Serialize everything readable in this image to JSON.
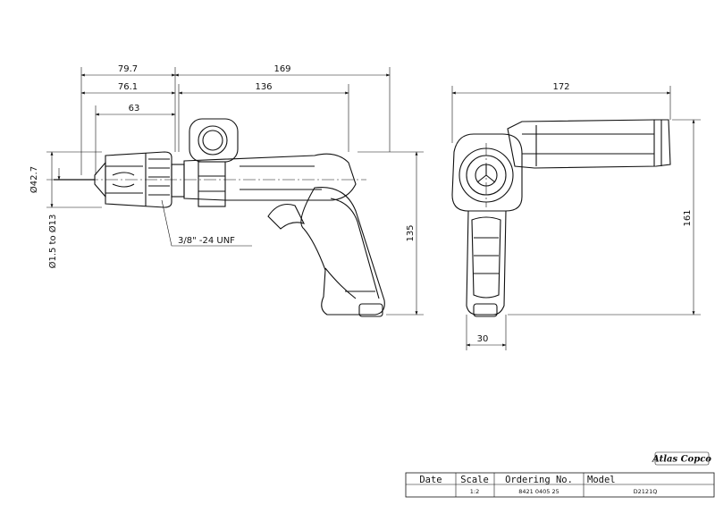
{
  "dimensions": {
    "d_79_7": "79.7",
    "d_76_1": "76.1",
    "d_63": "63",
    "d_169": "169",
    "d_136": "136",
    "d_135": "135",
    "d_chuck_dia": "Ø42.7",
    "d_range": "Ø1.5 to Ø13",
    "thread": "3/8\" -24 UNF",
    "d_172": "172",
    "d_161": "161",
    "d_30": "30"
  },
  "brand": {
    "logo_text": "Atlas Copco"
  },
  "title_block": {
    "headers": {
      "date": "Date",
      "scale": "Scale",
      "ordering": "Ordering No.",
      "model": "Model"
    },
    "values": {
      "date": "",
      "scale": "1:2",
      "ordering": "8421 0405 25",
      "model": "D2121Q"
    }
  }
}
